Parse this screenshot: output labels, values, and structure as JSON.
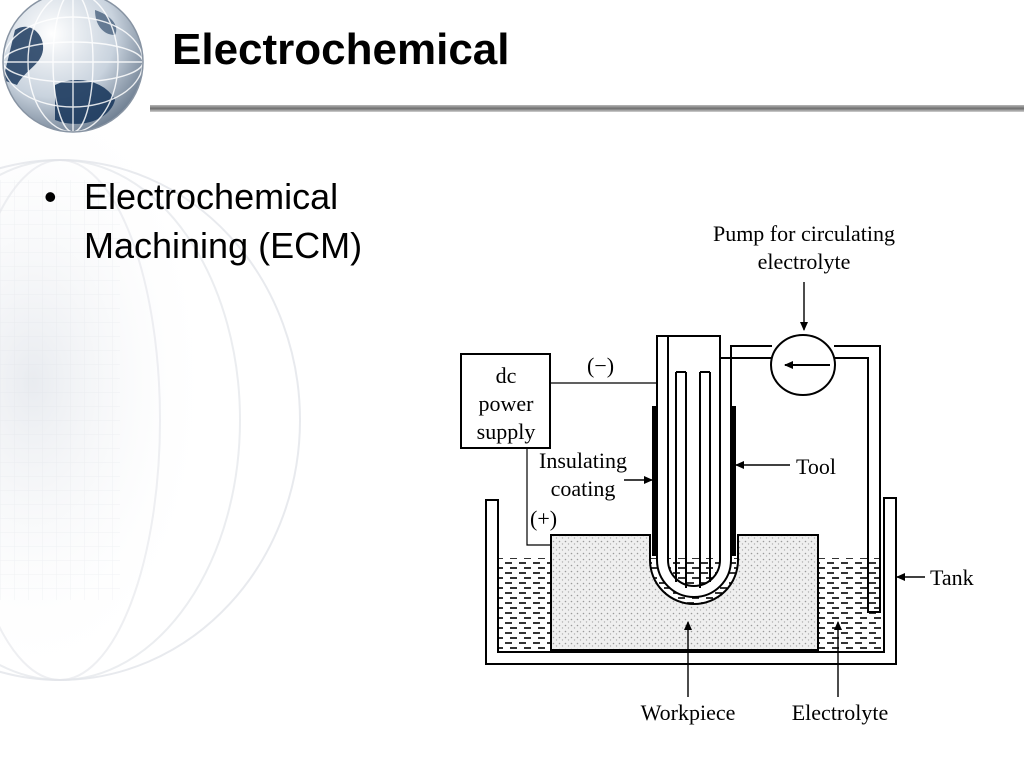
{
  "slide": {
    "title": "Electrochemical",
    "bullets": [
      {
        "text": "Electrochemical Machining (ECM)"
      }
    ]
  },
  "diagram": {
    "labels": {
      "pump_line1": "Pump for circulating",
      "pump_line2": "electrolyte",
      "negative": "(−)",
      "power_line1": "dc",
      "power_line2": "power",
      "power_line3": "supply",
      "insulating_line1": "Insulating",
      "insulating_line2": "coating",
      "positive": "(+)",
      "tool": "Tool",
      "tank": "Tank",
      "workpiece": "Workpiece",
      "electrolyte": "Electrolyte"
    }
  },
  "colors": {
    "rule": "#8a8a8a",
    "globe_land": "#1c3a5e",
    "globe_ocean": "#dfe7ef"
  }
}
